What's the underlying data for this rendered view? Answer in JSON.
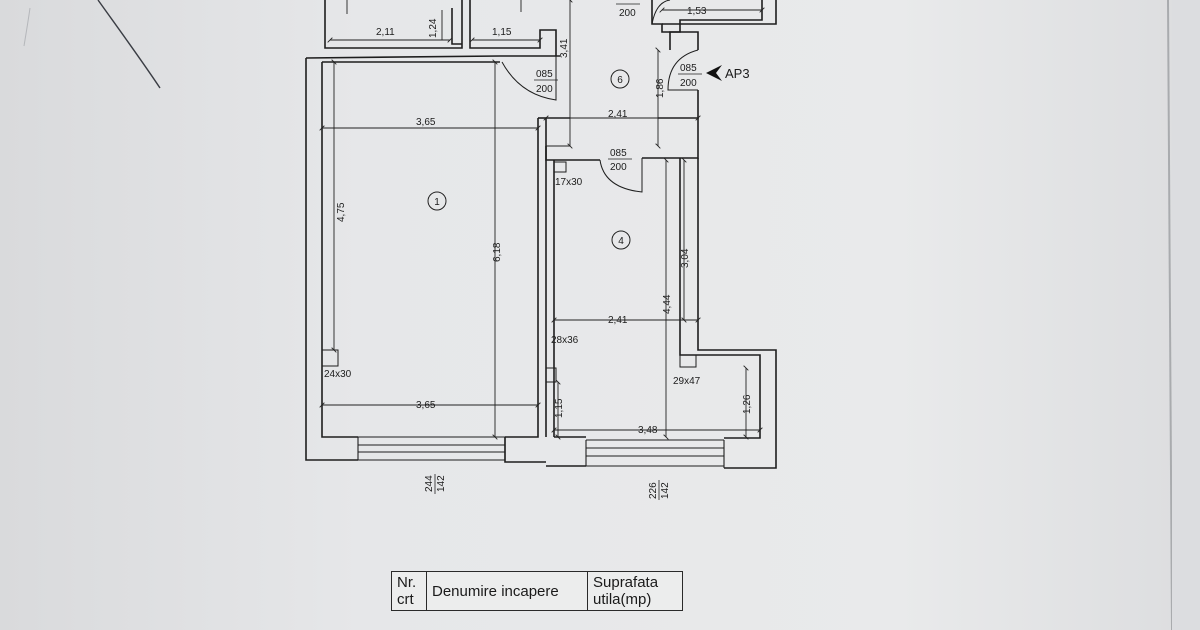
{
  "plan": {
    "rooms": [
      {
        "num": "1",
        "label_key": "room-1"
      },
      {
        "num": "4",
        "label_key": "room-4"
      },
      {
        "num": "6",
        "label_key": "room-6"
      }
    ],
    "apartment_marker": "AP3",
    "doors": {
      "d1_w": "085",
      "d1_h": "200",
      "d2_w": "085",
      "d2_h": "200",
      "d3_w": "085",
      "d3_h": "200",
      "d4_h": "200"
    },
    "dims": {
      "top_2_11": "2,11",
      "top_1_15": "1,15",
      "top_1_53": "1,53",
      "top_1_24": "1,24",
      "v_3_41": "3,41",
      "v_1_86": "1,86",
      "r1_w_top": "3,65",
      "r1_h_475": "4,75",
      "r1_h_618": "6,18",
      "r1_w_bot": "3,65",
      "hall_241": "2,41",
      "r4_241": "2,41",
      "r4_304": "3,04",
      "r4_444": "4,44",
      "r4_115": "1,15",
      "r4_126": "1,26",
      "r4_348": "3,48"
    },
    "ducts": {
      "duct_17x30": "17x30",
      "duct_28x36": "28x36",
      "duct_24x30": "24x30",
      "duct_29x47": "29x47"
    },
    "windows": {
      "w1_a": "244",
      "w1_b": "142",
      "w2_a": "226",
      "w2_b": "142"
    }
  },
  "table": {
    "headers": {
      "nr": "Nr. crt",
      "name": "Denumire incapere",
      "area": "Suprafata utila(mp)"
    }
  }
}
